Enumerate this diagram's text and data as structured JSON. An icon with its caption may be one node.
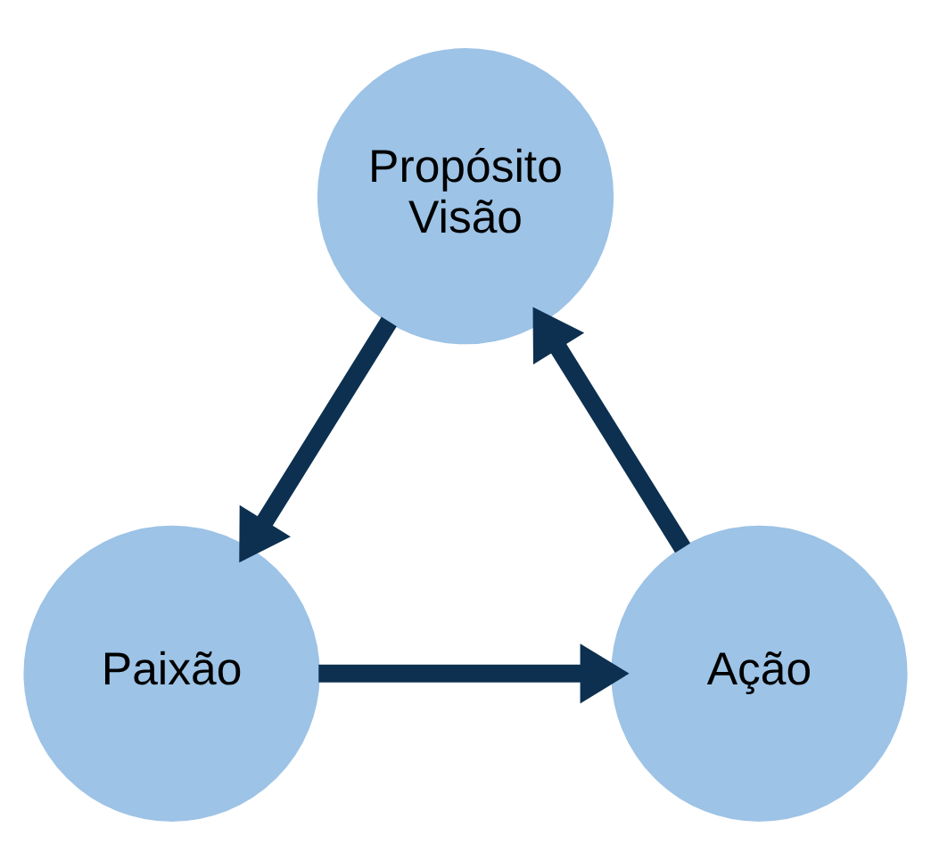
{
  "diagram": {
    "nodes": [
      {
        "text": [
          "Propósito",
          "Visão"
        ]
      },
      {
        "text": [
          "Paixão"
        ]
      },
      {
        "text": [
          "Ação"
        ]
      }
    ],
    "edges": [
      {
        "from": 0,
        "to": 1,
        "arrow": "to"
      },
      {
        "from": 1,
        "to": 2,
        "arrow": "to"
      },
      {
        "from": 2,
        "to": 0,
        "arrow": "to"
      }
    ]
  }
}
